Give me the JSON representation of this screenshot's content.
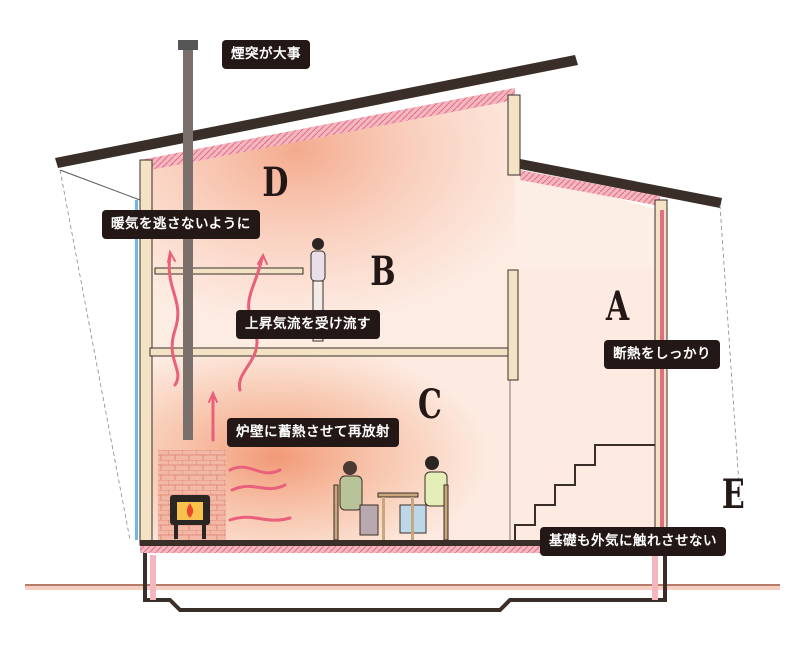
{
  "title": "薪ストーブの家 断面図",
  "labels": {
    "chimney": "煙突が大事",
    "keep_warm": "暖気を逃さないように",
    "updraft": "上昇気流を受け流す",
    "stove_wall": "炉壁に蓄熱させて再放射",
    "insulation": "断熱をしっかり",
    "foundation": "基礎も外気に触れさせない"
  },
  "letters": {
    "a": "A",
    "b": "B",
    "c": "C",
    "d": "D",
    "e": "E"
  },
  "colors": {
    "label_bg": "#231815",
    "warm_air": "#f08a68",
    "insulation": "#e87a8c",
    "arrow": "#e8607a",
    "wall_fill": "#fbe6da",
    "outline": "#3a2e28"
  }
}
